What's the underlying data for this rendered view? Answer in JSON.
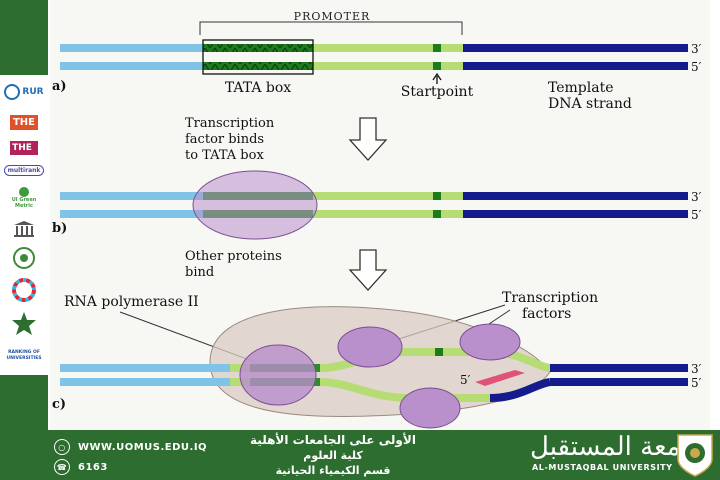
{
  "diagram": {
    "promoter_label": "PROMOTER",
    "tata_box_label": "TATA box",
    "startpoint_label": "Startpoint",
    "template_label_line1": "Template",
    "template_label_line2": "DNA strand",
    "strand_3": "3′",
    "strand_5": "5′",
    "panel_a": "a)",
    "panel_b": "b)",
    "panel_c": "c)",
    "step1_line1": "Transcription",
    "step1_line2": "factor binds",
    "step1_line3": "to TATA box",
    "step2_line1": "Other proteins",
    "step2_line2": "bind",
    "rna_pol_label": "RNA polymerase II",
    "tf_label_line1": "Transcription",
    "tf_label_line2": "factors",
    "rna_5": "5′"
  },
  "sidebar_logos": [
    {
      "name": "RUR",
      "text": "RUR",
      "color": "#1f6fb5"
    },
    {
      "name": "THE",
      "text": "THE",
      "color": "#e0502a"
    },
    {
      "name": "THE-impact",
      "text": "THE",
      "color": "#b1245a"
    },
    {
      "name": "multirank",
      "text": "multirank",
      "color": "#4a4aa8"
    },
    {
      "name": "UI-GreenMetric",
      "text": "UI Green Metric",
      "color": "#3f9a3a"
    },
    {
      "name": "institution",
      "text": "",
      "color": "#555555"
    },
    {
      "name": "seal",
      "text": "",
      "color": "#3f8a3a"
    },
    {
      "name": "SDG",
      "text": "",
      "color": "#d23"
    },
    {
      "name": "arab-ranking",
      "text": "",
      "color": "#2d6d2f"
    },
    {
      "name": "ranking-universities",
      "text": "RANKING OF UNIVERSITIES",
      "color": "#1f4fa0"
    }
  ],
  "footer": {
    "website": "WWW.UOMUS.EDU.IQ",
    "phone": "6163",
    "arabic_line1": "الأولى على الجامعات الأهلية",
    "arabic_line2": "كلية العلوم",
    "arabic_line3": "قسم الكيمياء الحياتية",
    "university_ar": "جامعة المستقبل",
    "university_en": "AL-MUSTAQBAL UNIVERSITY"
  },
  "colors": {
    "brand_green": "#2d6d2f",
    "dna_light_blue": "#7fc4e6",
    "dna_dark_blue": "#151b8c",
    "promoter_green": "#b6dc74",
    "tata_dark_green": "#1d7a1d",
    "protein_purple": "#b98fcc"
  }
}
